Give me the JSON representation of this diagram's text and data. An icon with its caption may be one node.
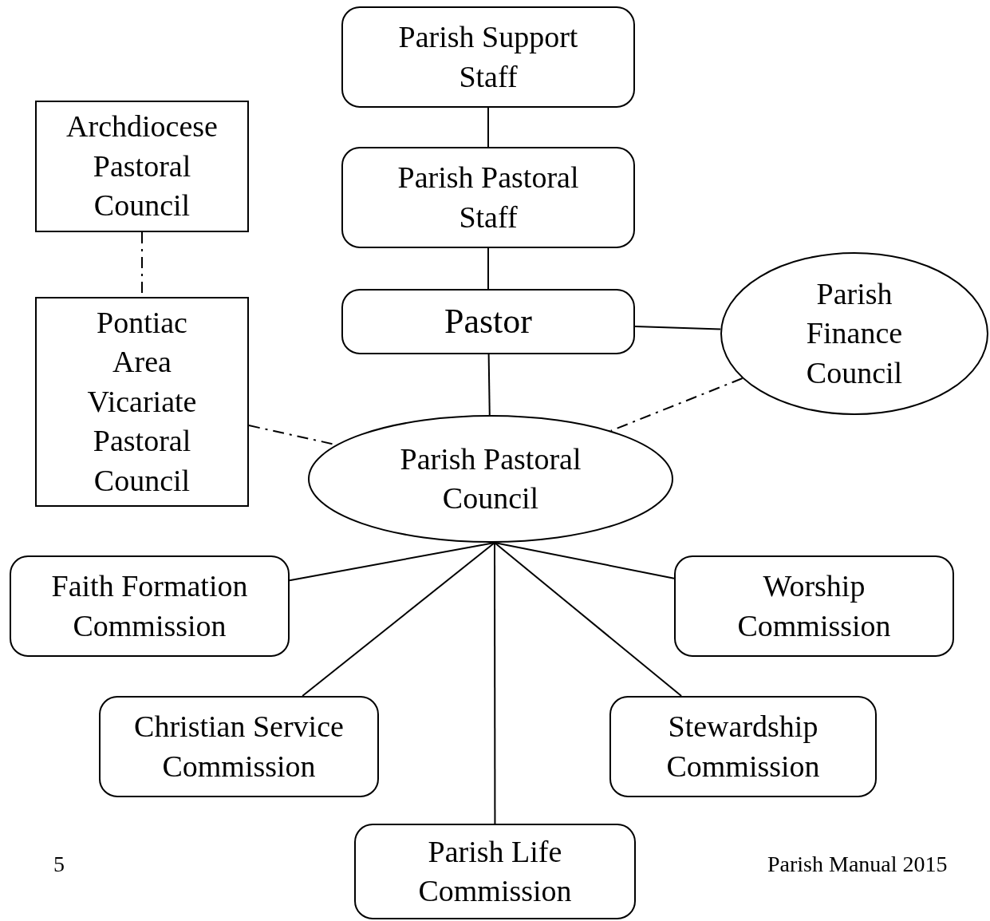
{
  "diagram": {
    "nodes": [
      {
        "text": [
          "Parish Support Staff"
        ]
      },
      {
        "text": [
          "Parish Pastoral Staff"
        ]
      },
      {
        "text": [
          "Pastor"
        ]
      },
      {
        "text": [
          "Parish Finance Council"
        ]
      },
      {
        "text": [
          "Archdiocese Pastoral Council"
        ]
      },
      {
        "text": [
          "Pontiac Area Vicariate Pastoral Council"
        ]
      },
      {
        "text": [
          "Parish Pastoral Council"
        ]
      },
      {
        "text": [
          "Faith Formation Commission"
        ]
      },
      {
        "text": [
          "Worship Commission"
        ]
      },
      {
        "text": [
          "Christian Service Commission"
        ]
      },
      {
        "text": [
          "Stewardship Commission"
        ]
      },
      {
        "text": [
          "Parish Life Commission"
        ]
      }
    ],
    "edges": [
      {
        "from": 0,
        "to": 1,
        "arrow": "none"
      },
      {
        "from": 1,
        "to": 2,
        "arrow": "none"
      },
      {
        "from": 2,
        "to": 3,
        "arrow": "none"
      },
      {
        "from": 2,
        "to": 6,
        "arrow": "none"
      },
      {
        "from": 4,
        "to": 5,
        "arrow": "none",
        "style": "dashed"
      },
      {
        "from": 5,
        "to": 6,
        "arrow": "none",
        "style": "dashed"
      },
      {
        "from": 3,
        "to": 6,
        "arrow": "none",
        "style": "dashed"
      },
      {
        "from": 6,
        "to": 7,
        "arrow": "none"
      },
      {
        "from": 6,
        "to": 8,
        "arrow": "none"
      },
      {
        "from": 6,
        "to": 9,
        "arrow": "none"
      },
      {
        "from": 6,
        "to": 10,
        "arrow": "none"
      },
      {
        "from": 6,
        "to": 11,
        "arrow": "none"
      }
    ],
    "labels": [
      "5",
      "Parish Manual 2015"
    ]
  }
}
